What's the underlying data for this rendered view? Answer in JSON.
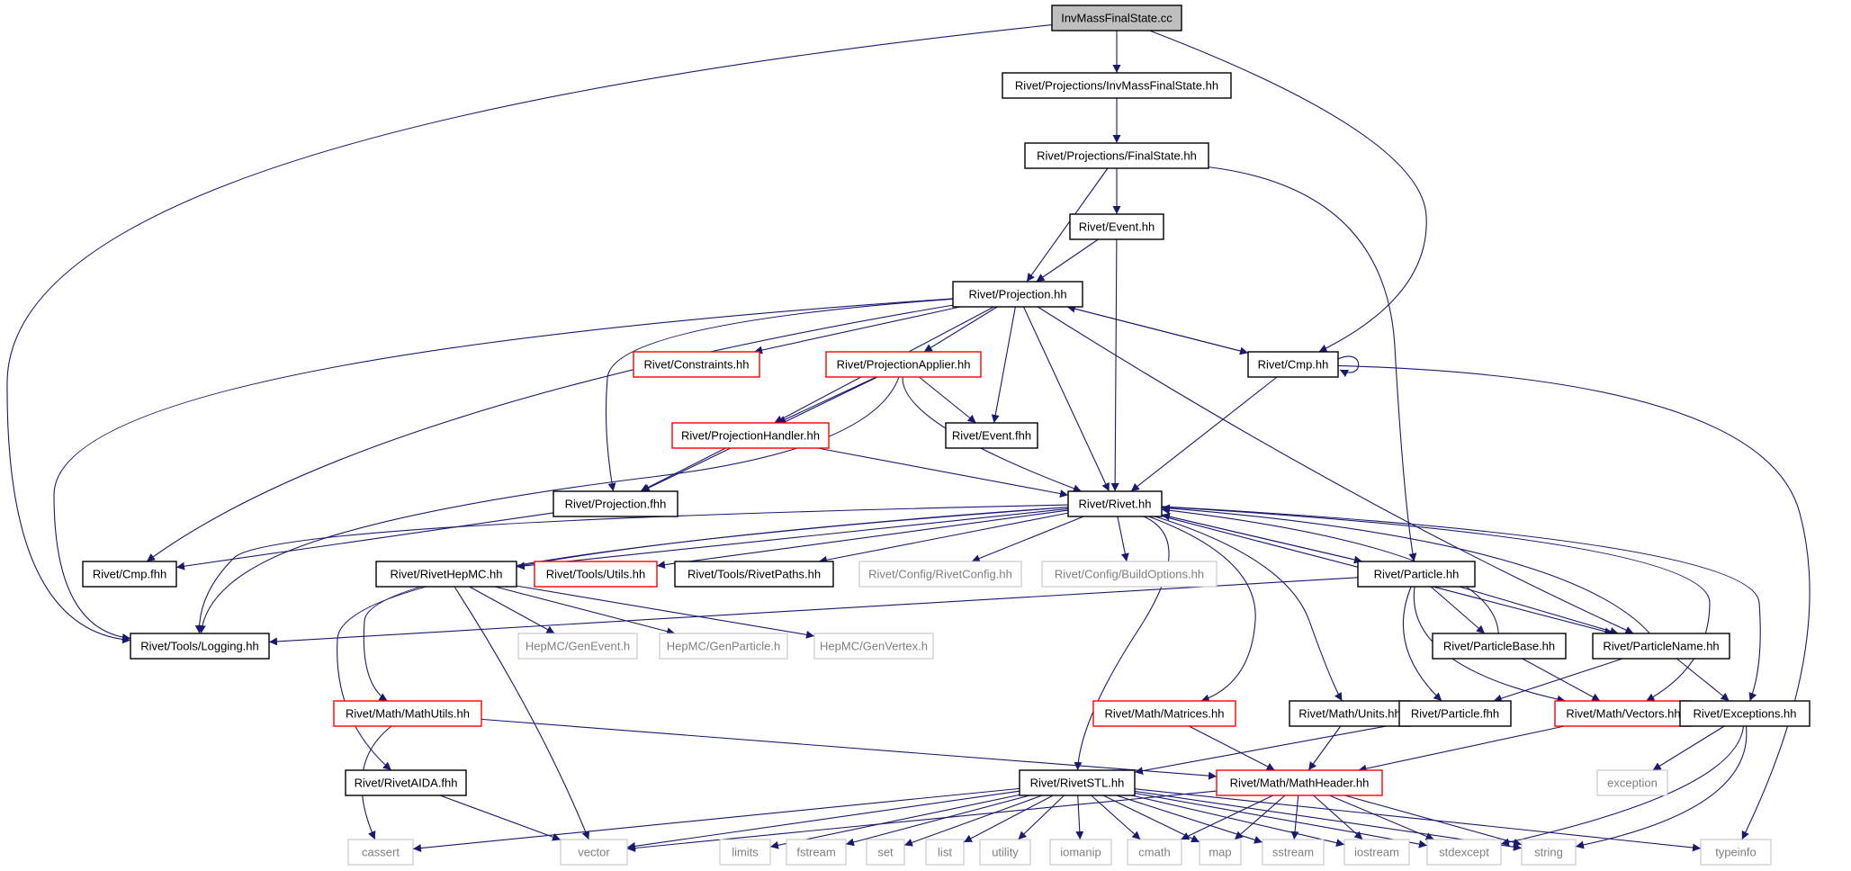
{
  "diagram_title": "",
  "colors": {
    "edge": "#191970",
    "node_border": "#000000",
    "node_red_border": "#ff0000",
    "node_gray_border": "#bfbfbf",
    "root_fill": "#bfbfbf",
    "gray_text": "#7f7f7f",
    "text": "#000000"
  },
  "nodes": {
    "root": "InvMassFinalState.cc",
    "invmass": "Rivet/Projections/InvMassFinalState.hh",
    "finalstate": "Rivet/Projections/FinalState.hh",
    "event": "Rivet/Event.hh",
    "projection": "Rivet/Projection.hh",
    "constraints": "Rivet/Constraints.hh",
    "projapplier": "Rivet/ProjectionApplier.hh",
    "cmp": "Rivet/Cmp.hh",
    "projhandler": "Rivet/ProjectionHandler.hh",
    "eventfhh": "Rivet/Event.fhh",
    "projfhh": "Rivet/Projection.fhh",
    "rivet": "Rivet/Rivet.hh",
    "cmpfhh": "Rivet/Cmp.fhh",
    "logging": "Rivet/Tools/Logging.hh",
    "rivethepmc": "Rivet/RivetHepMC.hh",
    "utils": "Rivet/Tools/Utils.hh",
    "rivetpaths": "Rivet/Tools/RivetPaths.hh",
    "rivetconfig": "Rivet/Config/RivetConfig.hh",
    "buildoptions": "Rivet/Config/BuildOptions.hh",
    "particle": "Rivet/Particle.hh",
    "genevent": "HepMC/GenEvent.h",
    "genparticle": "HepMC/GenParticle.h",
    "genvertex": "HepMC/GenVertex.h",
    "particlebase": "Rivet/ParticleBase.hh",
    "particlename": "Rivet/ParticleName.hh",
    "mathutils": "Rivet/Math/MathUtils.hh",
    "matrices": "Rivet/Math/Matrices.hh",
    "units": "Rivet/Math/Units.hh",
    "particlefhh": "Rivet/Particle.fhh",
    "vectors": "Rivet/Math/Vectors.hh",
    "exceptions": "Rivet/Exceptions.hh",
    "rivetaida": "Rivet/RivetAIDA.fhh",
    "rivetstl": "Rivet/RivetSTL.hh",
    "mathheader": "Rivet/Math/MathHeader.hh",
    "exception": "exception",
    "cassert": "cassert",
    "vector": "vector",
    "limits": "limits",
    "fstream": "fstream",
    "set": "set",
    "list": "list",
    "utility": "utility",
    "iomanip": "iomanip",
    "cmath": "cmath",
    "map": "map",
    "sstream": "sstream",
    "iostream": "iostream",
    "stdexcept": "stdexcept",
    "string": "string",
    "typeinfo": "typeinfo"
  },
  "node_styles": {
    "root": "root",
    "constraints": "red",
    "projapplier": "red",
    "projhandler": "red",
    "utils": "red",
    "mathutils": "red",
    "matrices": "red",
    "vectors": "red",
    "mathheader": "red",
    "rivetconfig": "gray",
    "buildoptions": "gray",
    "genevent": "gray",
    "genparticle": "gray",
    "genvertex": "gray",
    "exception": "gray",
    "cassert": "gray",
    "vector": "gray",
    "limits": "gray",
    "fstream": "gray",
    "set": "gray",
    "list": "gray",
    "utility": "gray",
    "iomanip": "gray",
    "cmath": "gray",
    "map": "gray",
    "sstream": "gray",
    "iostream": "gray",
    "stdexcept": "gray",
    "string": "gray",
    "typeinfo": "gray"
  },
  "edges": [
    [
      "root",
      "invmass"
    ],
    [
      "root",
      "cmp"
    ],
    [
      "root",
      "logging"
    ],
    [
      "invmass",
      "finalstate"
    ],
    [
      "finalstate",
      "event"
    ],
    [
      "finalstate",
      "projection"
    ],
    [
      "finalstate",
      "particle"
    ],
    [
      "event",
      "projection"
    ],
    [
      "event",
      "rivet"
    ],
    [
      "projection",
      "constraints"
    ],
    [
      "projection",
      "projapplier"
    ],
    [
      "projection",
      "cmp"
    ],
    [
      "projection",
      "projhandler"
    ],
    [
      "projection",
      "eventfhh"
    ],
    [
      "projection",
      "projfhh"
    ],
    [
      "projection",
      "rivet"
    ],
    [
      "projection",
      "cmpfhh"
    ],
    [
      "projection",
      "logging"
    ],
    [
      "projection",
      "particlename"
    ],
    [
      "cmp",
      "projection"
    ],
    [
      "cmp",
      "cmp"
    ],
    [
      "cmp",
      "rivet"
    ],
    [
      "cmp",
      "typeinfo"
    ],
    [
      "projapplier",
      "projhandler"
    ],
    [
      "projapplier",
      "eventfhh"
    ],
    [
      "projapplier",
      "projfhh"
    ],
    [
      "projapplier",
      "rivet"
    ],
    [
      "projapplier",
      "logging"
    ],
    [
      "projhandler",
      "projfhh"
    ],
    [
      "projhandler",
      "rivet"
    ],
    [
      "projfhh",
      "cmpfhh"
    ],
    [
      "rivet",
      "rivethepmc"
    ],
    [
      "rivet",
      "utils"
    ],
    [
      "rivet",
      "rivetpaths"
    ],
    [
      "rivet",
      "rivetconfig"
    ],
    [
      "rivet",
      "buildoptions"
    ],
    [
      "rivet",
      "particle"
    ],
    [
      "rivet",
      "particlename"
    ],
    [
      "rivet",
      "mathutils"
    ],
    [
      "rivet",
      "rivetaida"
    ],
    [
      "rivet",
      "rivetstl"
    ],
    [
      "rivet",
      "matrices"
    ],
    [
      "rivet",
      "units"
    ],
    [
      "rivet",
      "vectors"
    ],
    [
      "rivet",
      "exceptions"
    ],
    [
      "rivet",
      "logging"
    ],
    [
      "rivethepmc",
      "genevent"
    ],
    [
      "rivethepmc",
      "genparticle"
    ],
    [
      "rivethepmc",
      "genvertex"
    ],
    [
      "rivethepmc",
      "vector"
    ],
    [
      "particle",
      "rivet"
    ],
    [
      "particle",
      "logging"
    ],
    [
      "particle",
      "particlebase"
    ],
    [
      "particle",
      "particlename"
    ],
    [
      "particle",
      "particlefhh"
    ],
    [
      "particle",
      "vectors"
    ],
    [
      "particlebase",
      "rivet"
    ],
    [
      "particlebase",
      "vectors"
    ],
    [
      "particlename",
      "rivet"
    ],
    [
      "particlename",
      "particlefhh"
    ],
    [
      "particlename",
      "exceptions"
    ],
    [
      "mathutils",
      "cassert"
    ],
    [
      "mathutils",
      "mathheader"
    ],
    [
      "matrices",
      "mathheader"
    ],
    [
      "units",
      "mathheader"
    ],
    [
      "vectors",
      "mathheader"
    ],
    [
      "particlefhh",
      "rivetstl"
    ],
    [
      "exceptions",
      "exception"
    ],
    [
      "exceptions",
      "stdexcept"
    ],
    [
      "exceptions",
      "string"
    ],
    [
      "rivetaida",
      "vector"
    ],
    [
      "rivetstl",
      "cassert"
    ],
    [
      "rivetstl",
      "vector"
    ],
    [
      "rivetstl",
      "limits"
    ],
    [
      "rivetstl",
      "fstream"
    ],
    [
      "rivetstl",
      "set"
    ],
    [
      "rivetstl",
      "list"
    ],
    [
      "rivetstl",
      "utility"
    ],
    [
      "rivetstl",
      "iomanip"
    ],
    [
      "rivetstl",
      "cmath"
    ],
    [
      "rivetstl",
      "map"
    ],
    [
      "rivetstl",
      "sstream"
    ],
    [
      "rivetstl",
      "iostream"
    ],
    [
      "rivetstl",
      "stdexcept"
    ],
    [
      "rivetstl",
      "string"
    ],
    [
      "rivetstl",
      "typeinfo"
    ],
    [
      "mathheader",
      "vector"
    ],
    [
      "mathheader",
      "cmath"
    ],
    [
      "mathheader",
      "map"
    ],
    [
      "mathheader",
      "sstream"
    ],
    [
      "mathheader",
      "iostream"
    ],
    [
      "mathheader",
      "stdexcept"
    ],
    [
      "mathheader",
      "string"
    ]
  ]
}
